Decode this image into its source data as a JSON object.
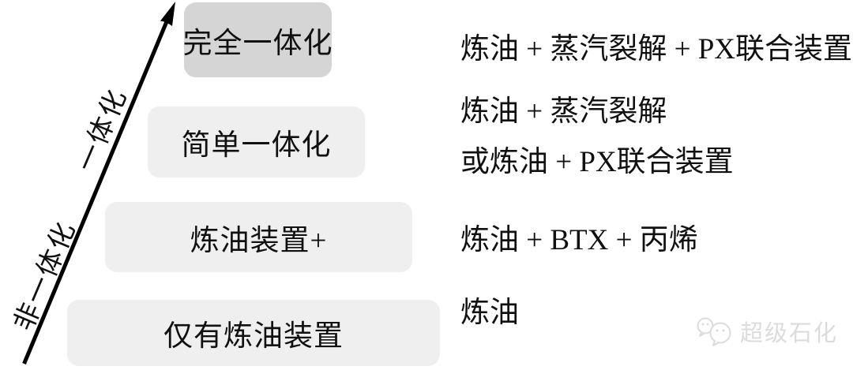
{
  "axis": {
    "high_label": "一体化",
    "low_label": "非一体化"
  },
  "levels": [
    {
      "name": "完全一体化",
      "highlighted": true,
      "config": [
        "炼油 + 蒸汽裂解 + PX联合装置"
      ]
    },
    {
      "name": "简单一体化",
      "highlighted": false,
      "config": [
        "炼油 + 蒸汽裂解",
        "或炼油 + PX联合装置"
      ]
    },
    {
      "name": "炼油装置+",
      "highlighted": false,
      "config": [
        "炼油 + BTX + 丙烯"
      ]
    },
    {
      "name": "仅有炼油装置",
      "highlighted": false,
      "config": [
        "炼油"
      ]
    }
  ],
  "watermark": {
    "icon": "wechat-logo-icon",
    "text": "超级石化"
  },
  "colors": {
    "background": "#ffffff",
    "text": "#111111",
    "arrow": "#000000",
    "highlight_box": "#d5d5d5",
    "box": "#efefef",
    "watermark": "#dcdcdc"
  }
}
